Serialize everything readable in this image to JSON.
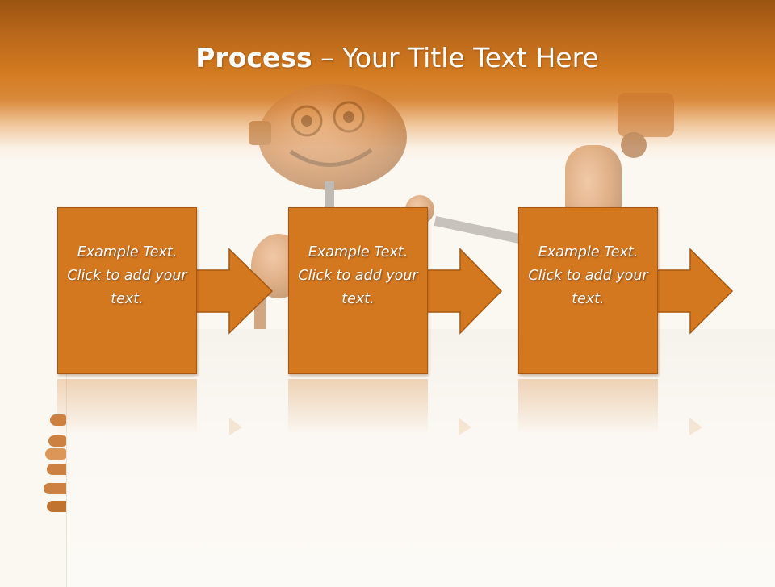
{
  "slide": {
    "title_bold": "Process",
    "title_rest": " – Your Title Text Here"
  },
  "steps": [
    {
      "label": "Example Text. Click  to add your text."
    },
    {
      "label": "Example Text. Click  to add your text."
    },
    {
      "label": "Example Text. Click  to add your text."
    }
  ],
  "colors": {
    "accent": "#d47820",
    "box_border": "#a85710",
    "header_dark": "#9a5410",
    "background": "#fbf7f1"
  },
  "icons": [
    "robot-illustration",
    "arrow-right-icon"
  ]
}
